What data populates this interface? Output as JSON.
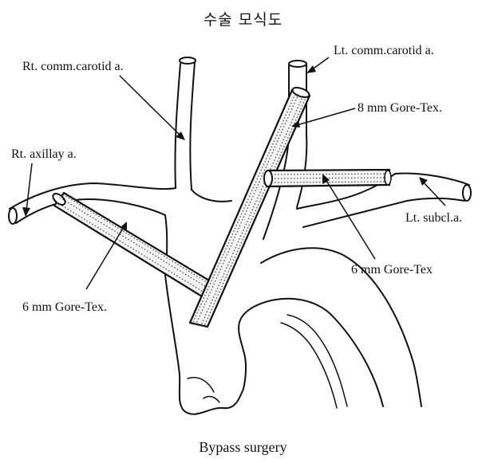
{
  "title": "수술 모식도",
  "caption": "Bypass surgery",
  "labels": {
    "rt_carotid": "Rt. comm.carotid a.",
    "lt_carotid": "Lt. comm.carotid a.",
    "graft_8mm": "8 mm Gore-Tex.",
    "rt_axillary": "Rt. axillay a.",
    "lt_subclavian": "Lt. subcl.a.",
    "graft_6mm_left": "6 mm Gore-Tex",
    "graft_6mm_right": "6 mm Gore-Tex."
  }
}
